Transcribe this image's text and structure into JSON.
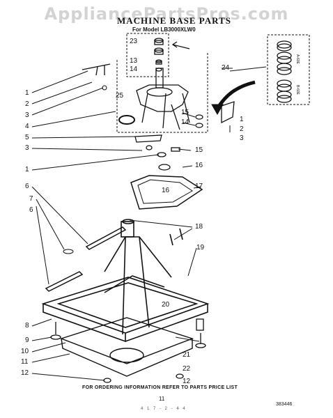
{
  "watermark": "AppliancePartsPros.com",
  "title": "MACHINE BASE PARTS",
  "model_line": "For Model LB3000XLW0",
  "callouts": [
    "23",
    "13",
    "14",
    "24",
    "1",
    "2",
    "3",
    "25",
    "4",
    "15",
    "14",
    "1",
    "2",
    "3",
    "5",
    "3",
    "15",
    "16",
    "1",
    "16",
    "17",
    "6",
    "18",
    "7",
    "6",
    "19",
    "20",
    "8",
    "9",
    "21",
    "10",
    "11",
    "22",
    "12",
    "12"
  ],
  "footer_note": "FOR ORDERING INFORMATION REFER TO PARTS PRICE LIST",
  "page_number": "11",
  "doc_number": "383446",
  "margin_scribble": "4 1 7 - 2 - 4 4",
  "side_labels": [
    "A-60E",
    "B-60E"
  ]
}
